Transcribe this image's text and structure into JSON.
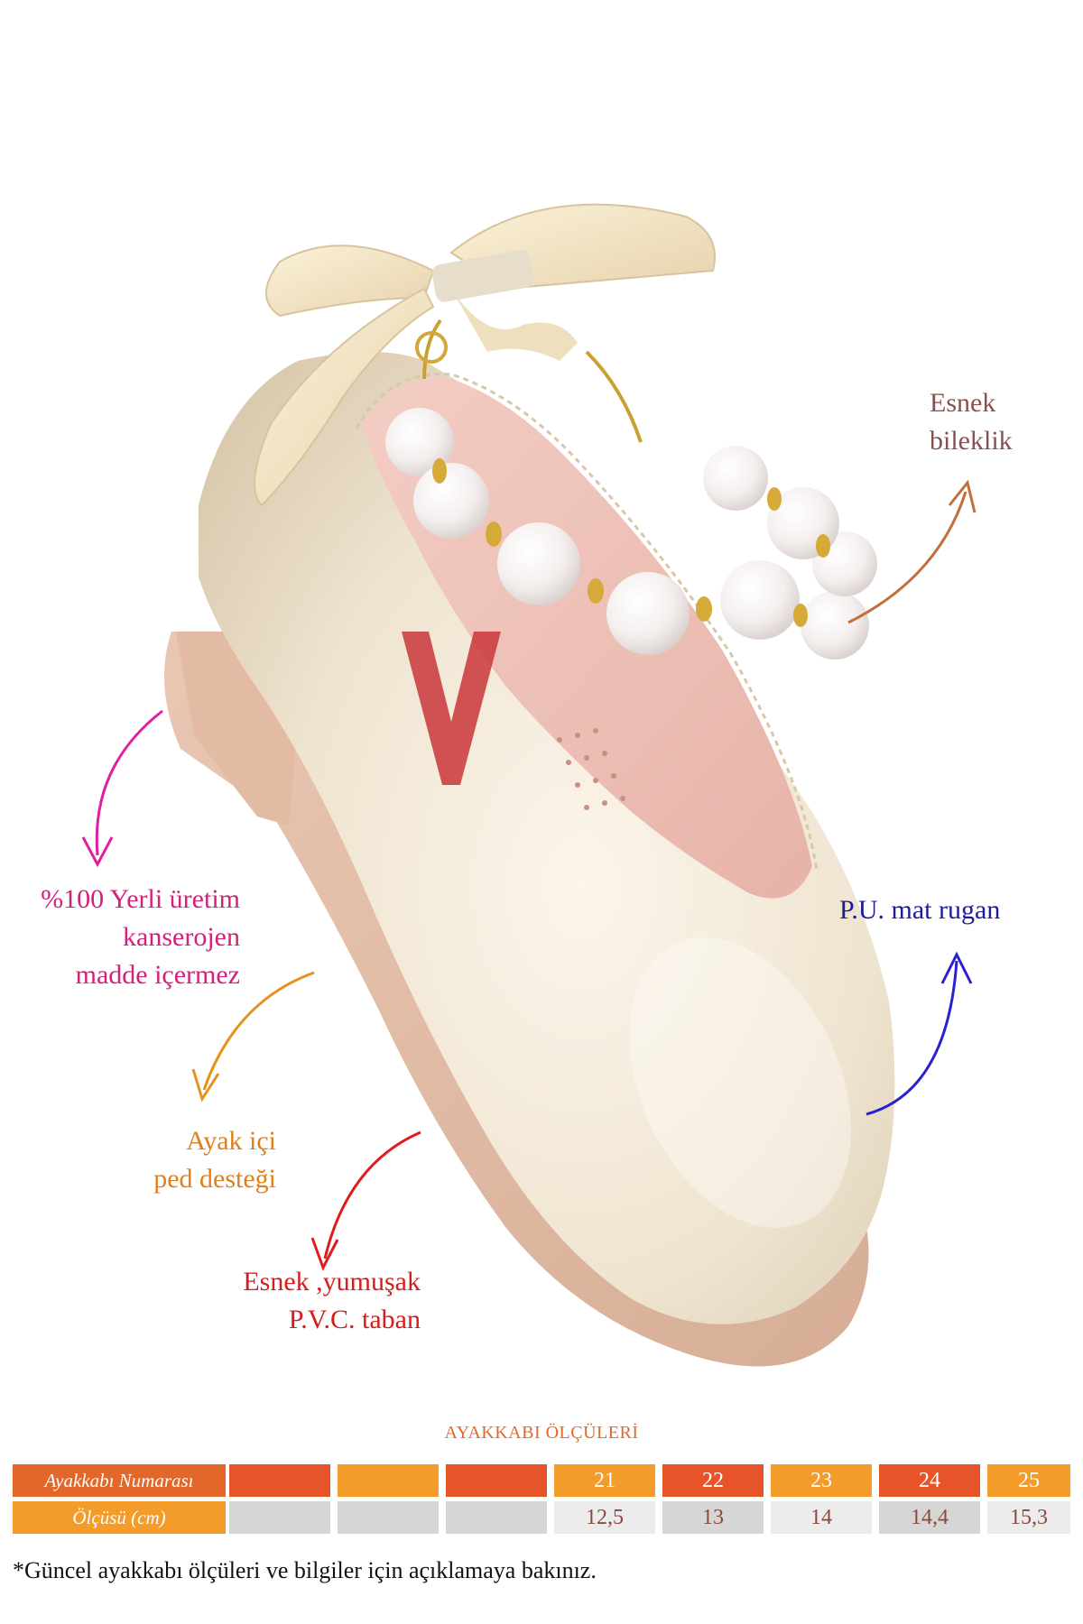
{
  "callouts": {
    "bileklik": [
      "Esnek",
      "bileklik"
    ],
    "yerli": [
      "%100 Yerli üretim",
      "kanserojen",
      "madde içermez"
    ],
    "rugan": [
      "P.U. mat rugan"
    ],
    "ped": [
      "Ayak içi",
      "ped desteği"
    ],
    "taban": [
      "Esnek ,yumuşak",
      "P.V.C. taban"
    ]
  },
  "arrow_colors": {
    "bileklik": "#c0703c",
    "yerli": "#e020a0",
    "rugan": "#2a22d0",
    "ped": "#e8901c",
    "taban": "#e01c1c"
  },
  "size_table": {
    "title": "AYAKKABI ÖLÇÜLERİ",
    "row1_label": "Ayakkabı Numarası",
    "row2_label": "Ölçüsü (cm)",
    "sizes": [
      "",
      "",
      "",
      "21",
      "22",
      "23",
      "24",
      "25"
    ],
    "lengths": [
      "",
      "",
      "",
      "12,5",
      "13",
      "14",
      "14,4",
      "15,3"
    ]
  },
  "footnote": "*Güncel ayakkabı ölçüleri ve bilgiler için açıklamaya bakınız."
}
